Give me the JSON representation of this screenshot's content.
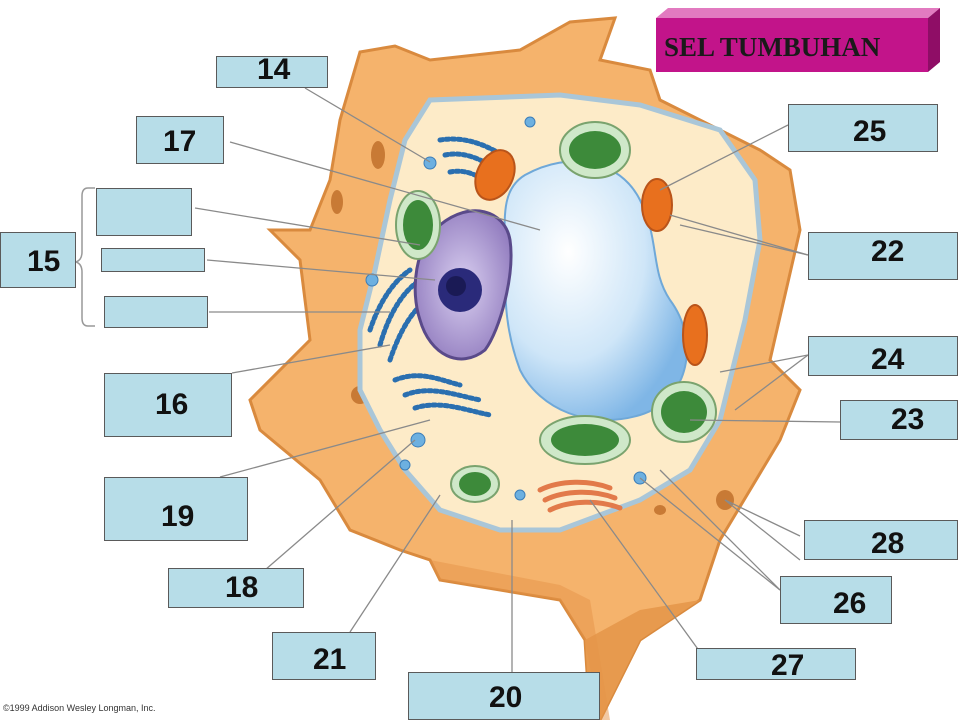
{
  "title": "SEL TUMBUHAN",
  "copyright": "©1999 Addison Wesley Longman, Inc.",
  "colors": {
    "cell_wall": "#f5b36c",
    "cell_wall_edge": "#d98a3e",
    "cytoplasm": "#fdebc8",
    "vacuole": "#d8ecfa",
    "chloroplast": "#3d8a3a",
    "mitochondria": "#e8701e",
    "nucleus": "#9a86c4",
    "nucleolus": "#2a2a7a",
    "er": "#2a6fb0",
    "label_box": "#b7dde8",
    "title_bg": "#c2148a"
  },
  "labels": {
    "l14": "14",
    "l15": "15",
    "l16": "16",
    "l17": "17",
    "l18": "18",
    "l19": "19",
    "l20": "20",
    "l21": "21",
    "l22": "22",
    "l23": "23",
    "l24": "24",
    "l25": "25",
    "l26": "26",
    "l27": "27",
    "l28": "28"
  }
}
